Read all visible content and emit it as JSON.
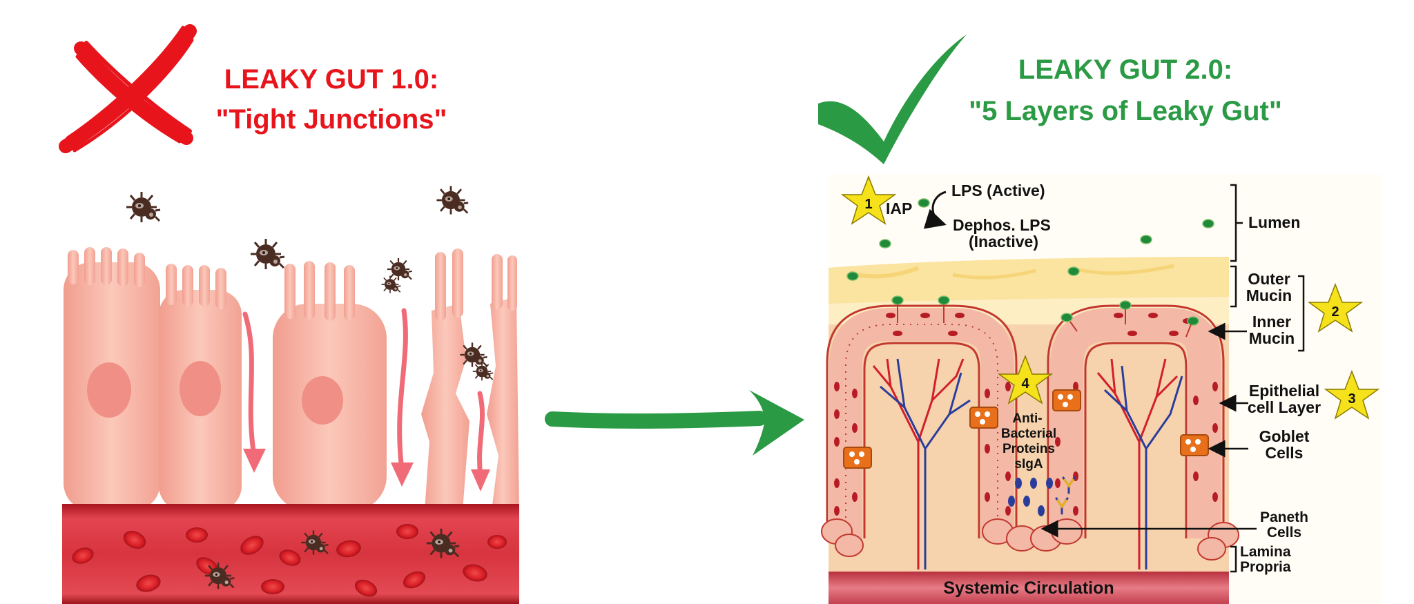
{
  "left": {
    "title_line1": "LEAKY GUT 1.0:",
    "title_line2": "\"Tight Junctions\"",
    "status": "rejected",
    "status_color": "#e8141c"
  },
  "right": {
    "title_line1": "LEAKY GUT 2.0:",
    "title_line2": "\"5 Layers of Leaky Gut\"",
    "status": "accepted",
    "status_color": "#2b9a44",
    "labels": {
      "iap": "IAP",
      "lps_active": "LPS (Active)",
      "dephos_line1": "Dephos. LPS",
      "dephos_line2": "(Inactive)",
      "lumen": "Lumen",
      "outer_mucin_1": "Outer",
      "outer_mucin_2": "Mucin",
      "inner_mucin_1": "Inner",
      "inner_mucin_2": "Mucin",
      "epithelial_1": "Epithelial",
      "epithelial_2": "cell Layer",
      "goblet_1": "Goblet",
      "goblet_2": "Cells",
      "paneth_1": "Paneth",
      "paneth_2": "Cells",
      "lamina_1": "Lamina",
      "lamina_2": "Propria",
      "antibac_1": "Anti-",
      "antibac_2": "Bacterial",
      "antibac_3": "Proteins",
      "antibac_4": "sIgA",
      "systemic": "Systemic Circulation"
    },
    "stars": [
      "1",
      "2",
      "3",
      "4"
    ]
  },
  "colors": {
    "cell_pink": "#f6b3a4",
    "blood_red": "#c7252e",
    "arrow_green": "#2b9a44",
    "mucin_outer": "#fbe6a2",
    "mucin_inner": "#fdf1c8",
    "lamina": "#f6cfaa",
    "star_yellow": "#f6e21a",
    "lps_green": "#1e8a3a"
  }
}
